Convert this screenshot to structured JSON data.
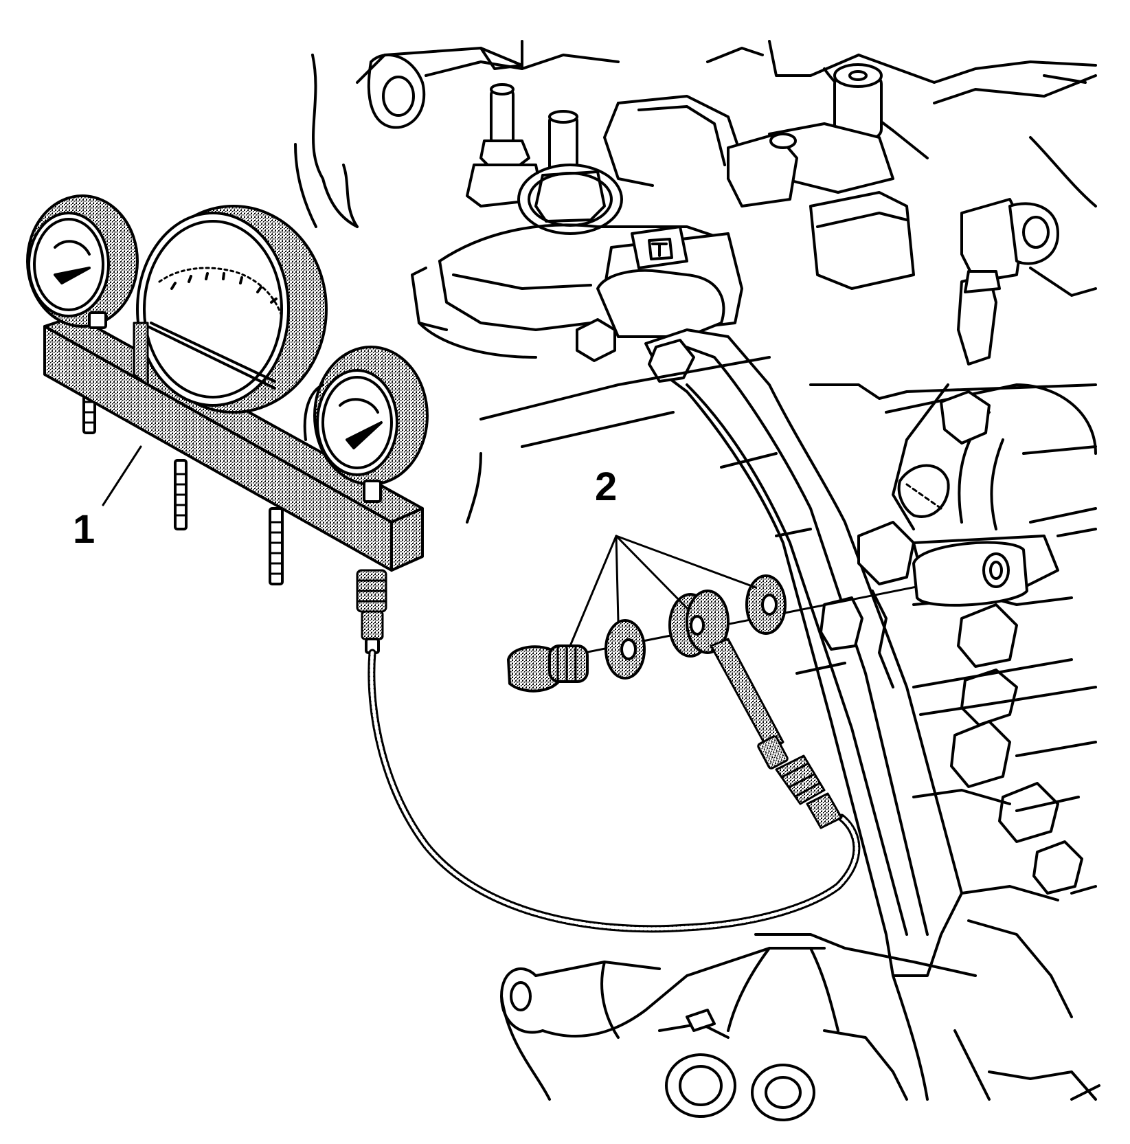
{
  "callouts": [
    {
      "id": "1",
      "label": "1"
    },
    {
      "id": "2",
      "label": "2"
    }
  ],
  "colors": {
    "line": "#000000",
    "background": "#ffffff",
    "stipple": "#7a7a7a"
  }
}
